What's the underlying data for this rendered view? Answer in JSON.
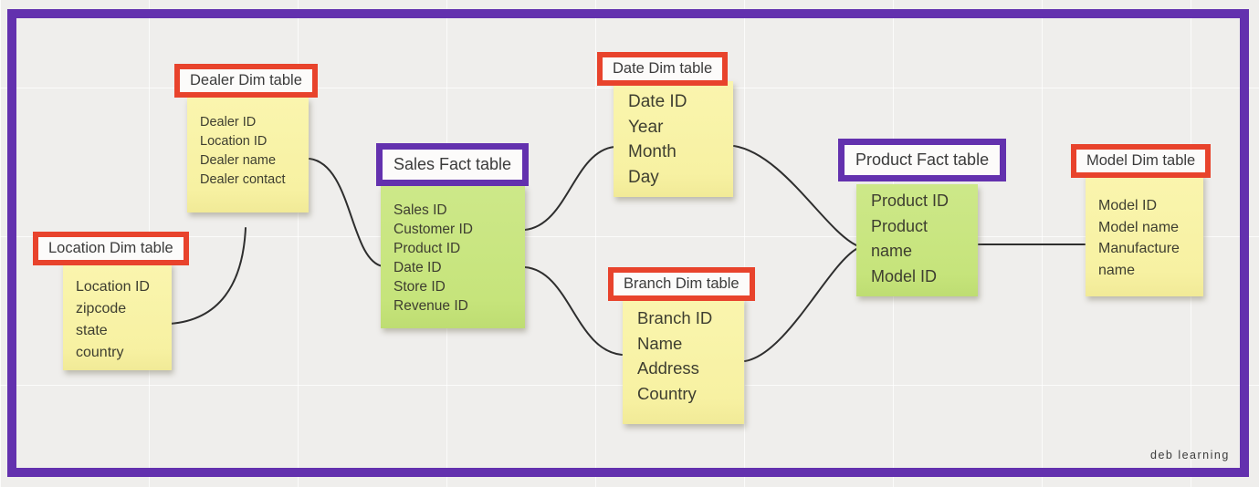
{
  "frame": {
    "watermark": "deb learning"
  },
  "colors": {
    "frame_border": "#6331ae",
    "dim_label_border": "#e8432c",
    "fact_label_border": "#6331ae",
    "dim_note_fill": "#f8f2a6",
    "fact_note_fill": "#c8e67e",
    "label_background": "#fcfbfa",
    "connector": "#2e2e2e",
    "canvas_background": "#efeeec"
  },
  "tables": [
    {
      "id": "dealer-dim",
      "label": "Dealer Dim table",
      "kind": "dimension",
      "fields": [
        "Dealer ID",
        "Location ID",
        "Dealer name",
        "Dealer contact"
      ]
    },
    {
      "id": "location-dim",
      "label": "Location Dim table",
      "kind": "dimension",
      "fields": [
        "Location ID",
        "zipcode",
        "state",
        "country"
      ]
    },
    {
      "id": "sales-fact",
      "label": "Sales Fact table",
      "kind": "fact",
      "fields": [
        "Sales ID",
        "Customer ID",
        "Product ID",
        "Date ID",
        "Store ID",
        "Revenue ID"
      ]
    },
    {
      "id": "date-dim",
      "label": "Date Dim table",
      "kind": "dimension",
      "fields": [
        "Date ID",
        "Year",
        "Month",
        "Day"
      ]
    },
    {
      "id": "branch-dim",
      "label": "Branch Dim table",
      "kind": "dimension",
      "fields": [
        "Branch ID",
        "Name",
        "Address",
        "Country"
      ]
    },
    {
      "id": "product-fact",
      "label": "Product Fact table",
      "kind": "fact",
      "fields": [
        "Product ID",
        "Product name",
        "Model ID"
      ]
    },
    {
      "id": "model-dim",
      "label": "Model Dim table",
      "kind": "dimension",
      "fields": [
        "Model ID",
        "Model name",
        "Manufacture name"
      ]
    }
  ],
  "connections": [
    {
      "from": "location-dim",
      "to": "dealer-dim"
    },
    {
      "from": "dealer-dim",
      "to": "sales-fact"
    },
    {
      "from": "sales-fact",
      "to": "date-dim"
    },
    {
      "from": "sales-fact",
      "to": "branch-dim"
    },
    {
      "from": "date-dim",
      "to": "product-fact"
    },
    {
      "from": "branch-dim",
      "to": "product-fact"
    },
    {
      "from": "product-fact",
      "to": "model-dim"
    }
  ]
}
